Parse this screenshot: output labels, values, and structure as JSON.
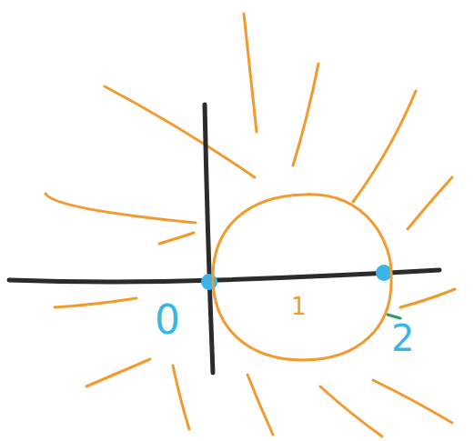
{
  "diagram": {
    "nodes": [
      {
        "text": [
          "1"
        ]
      }
    ],
    "labels": [
      "0",
      "2"
    ]
  }
}
